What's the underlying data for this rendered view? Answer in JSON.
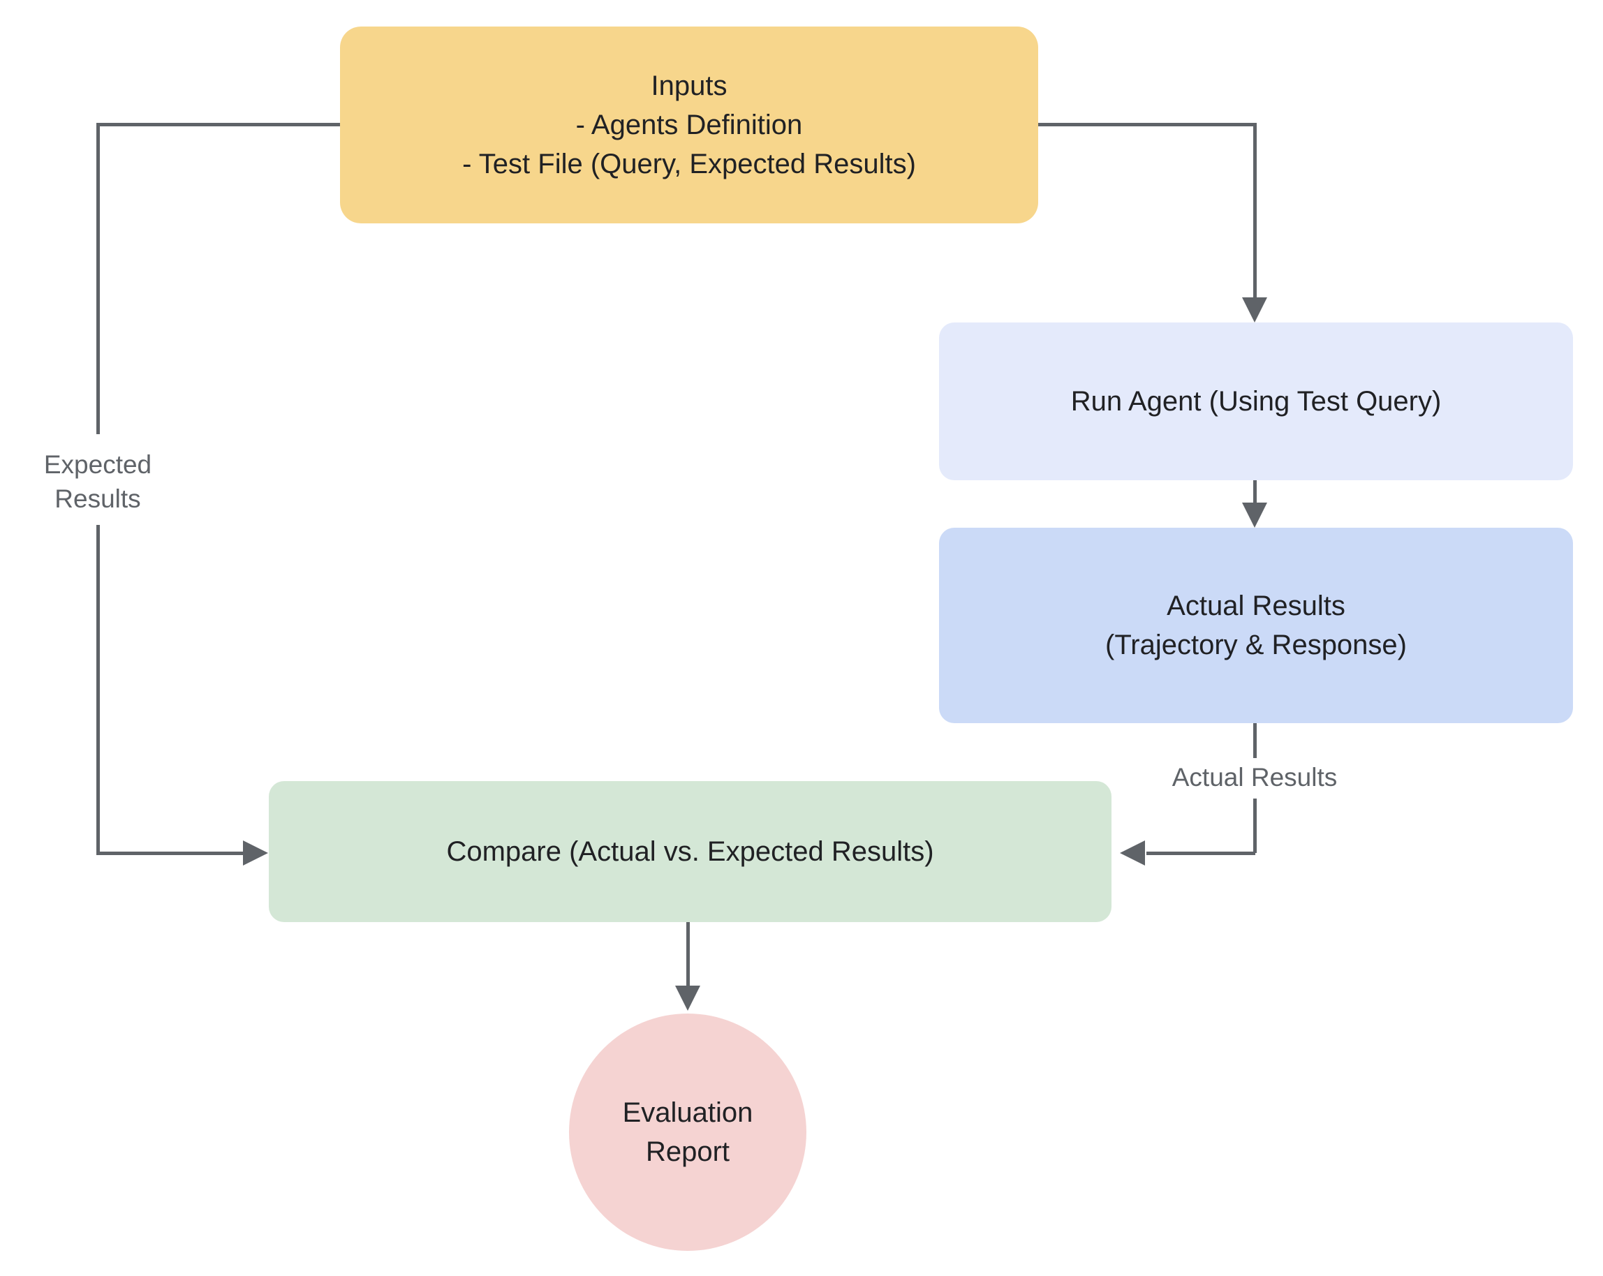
{
  "diagram": {
    "type": "flowchart",
    "nodes": {
      "inputs": {
        "label": "Inputs\n- Agents Definition\n- Test File (Query, Expected Results)",
        "shape": "rounded-rect",
        "fill": "#F7D68C"
      },
      "run_agent": {
        "label": "Run Agent (Using Test Query)",
        "shape": "rounded-rect",
        "fill": "#E4EAFB"
      },
      "actual_results": {
        "label": "Actual Results\n(Trajectory & Response)",
        "shape": "rounded-rect",
        "fill": "#CBDAF7"
      },
      "compare": {
        "label": "Compare (Actual vs. Expected Results)",
        "shape": "rounded-rect",
        "fill": "#D4E7D6"
      },
      "evaluation_report": {
        "label": "Evaluation\nReport",
        "shape": "circle",
        "fill": "#F5D3D2"
      }
    },
    "edges": [
      {
        "from": "inputs",
        "to": "compare",
        "label": "Expected\nResults"
      },
      {
        "from": "inputs",
        "to": "run_agent",
        "label": ""
      },
      {
        "from": "run_agent",
        "to": "actual_results",
        "label": ""
      },
      {
        "from": "actual_results",
        "to": "compare",
        "label": "Actual Results"
      },
      {
        "from": "compare",
        "to": "evaluation_report",
        "label": ""
      }
    ],
    "colors": {
      "background": "#FFFFFF",
      "line": "#5F6368",
      "node_text": "#202124",
      "edge_label_text": "#5F6368"
    }
  }
}
